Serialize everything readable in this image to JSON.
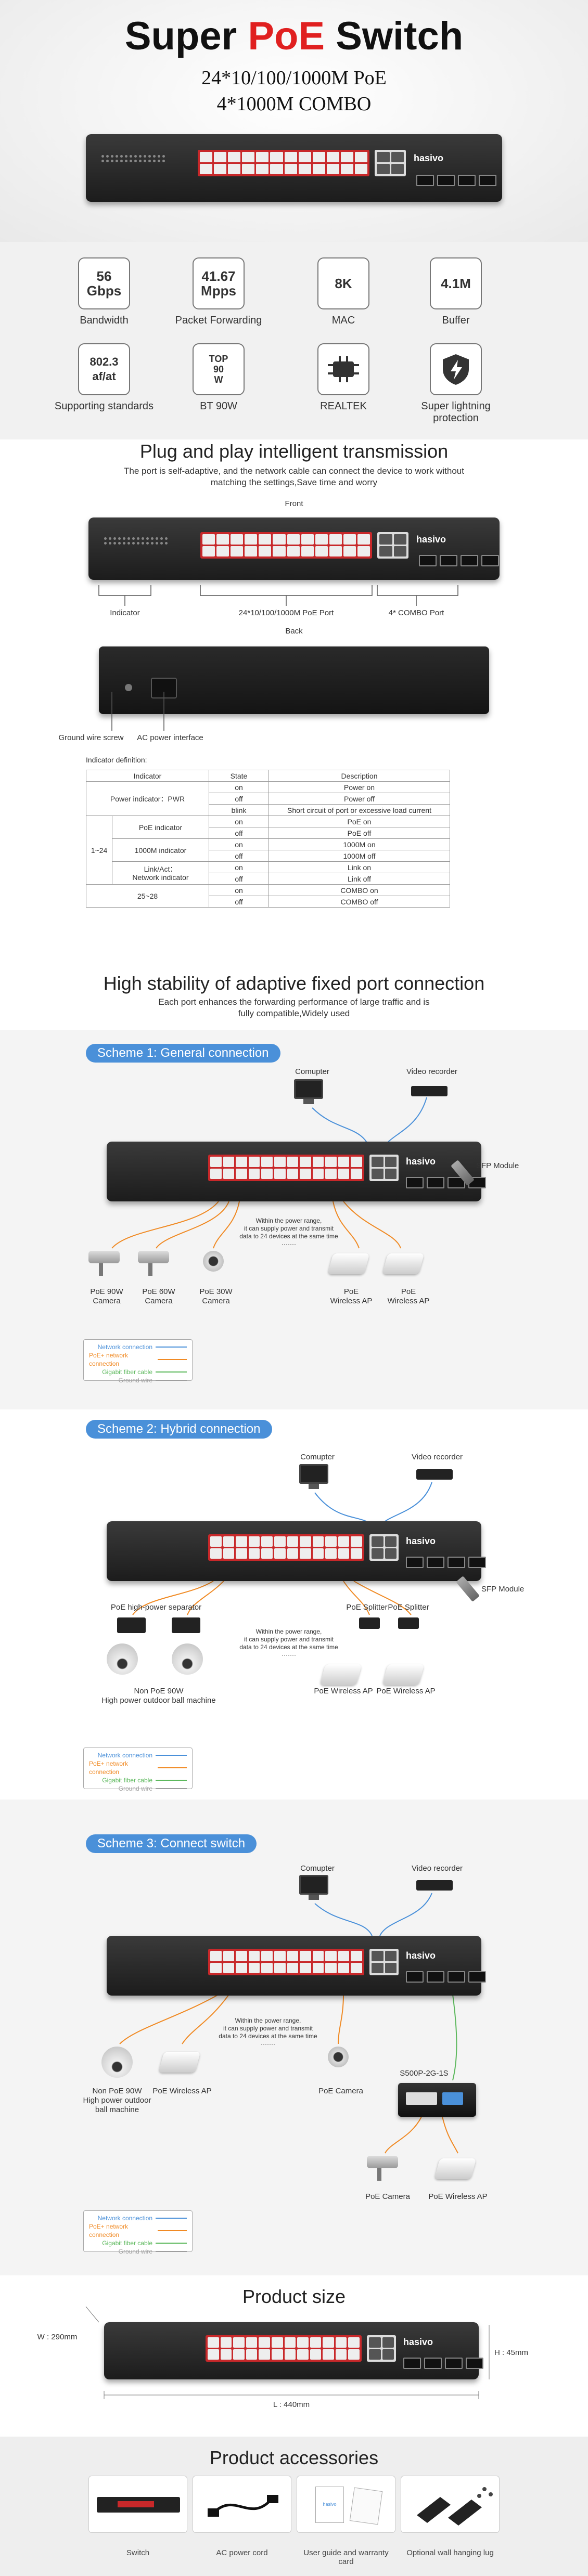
{
  "hero": {
    "title_a": "Super ",
    "title_b": "PoE",
    "title_c": " Switch",
    "line1": "24*10/100/1000M  PoE",
    "line2": "4*1000M COMBO"
  },
  "brand": "hasivo",
  "features": [
    {
      "icon": "56\nGbps",
      "label": "Bandwidth",
      "name": "bandwidth"
    },
    {
      "icon": "41.67\nMpps",
      "label": "Packet Forwarding",
      "name": "packet-forwarding"
    },
    {
      "icon": "8K",
      "label": "MAC",
      "name": "mac"
    },
    {
      "icon": "4.1M",
      "label": "Buffer",
      "name": "buffer"
    },
    {
      "icon": "802.3\naf/at",
      "label": "Supporting standards",
      "name": "standards"
    },
    {
      "icon": "TOP\n90\nW",
      "label": "BT 90W",
      "name": "bt-90w"
    },
    {
      "icon": "",
      "label": "REALTEK",
      "name": "realtek"
    },
    {
      "icon": "",
      "label": "Super lightning protection",
      "name": "lightning"
    }
  ],
  "plug": {
    "title": "Plug and play intelligent transmission",
    "subtitle1": "The port is self-adaptive, and the network cable can connect the device to work without",
    "subtitle2": "matching the settings,Save time and worry",
    "front": "Front",
    "back": "Back",
    "indicator": "Indicator",
    "poe_port": "24*10/100/1000M PoE Port",
    "combo_port": "4* COMBO Port",
    "ground": "Ground wire screw",
    "ac": "AC power interface",
    "def_title": "Indicator definition:",
    "table": {
      "head": [
        "Indicator",
        "State",
        "Description"
      ],
      "power_label": "Power indicator：PWR",
      "power_rows": [
        [
          "on",
          "Power on"
        ],
        [
          "off",
          "Power off"
        ],
        [
          "blink",
          "Short circuit of port or excessive load current"
        ]
      ],
      "range": "1~24",
      "poe_label": "PoE indicator",
      "poe_rows": [
        [
          "on",
          "PoE on"
        ],
        [
          "off",
          "PoE off"
        ]
      ],
      "g_label": "1000M indicator",
      "g_rows": [
        [
          "on",
          "1000M on"
        ],
        [
          "off",
          "1000M off"
        ]
      ],
      "link_label": "Link/Act：\nNetwork indicator",
      "link_rows": [
        [
          "on",
          "Link on"
        ],
        [
          "off",
          "Link off"
        ]
      ],
      "combo_label": "25~28",
      "combo_rows": [
        [
          "on",
          "COMBO on"
        ],
        [
          "off",
          "COMBO off"
        ]
      ]
    }
  },
  "stability": {
    "title": "High stability of adaptive fixed port connection",
    "subtitle1": "Each port enhances the forwarding performance of large traffic and is",
    "subtitle2": "fully compatible,Widely used"
  },
  "legend": {
    "network": "Network connection",
    "poe": "PoE+ network connection",
    "gigabit": "Gigabit fiber cable",
    "ground": "Ground wire"
  },
  "power_note1": "Within the power range,",
  "power_note2": "it can supply power and transmit",
  "power_note3": "data to 24 devices at the same time",
  "dots": "·······",
  "scheme1": {
    "badge": "Scheme 1: General connection",
    "computer": "Comupter",
    "recorder": "Video recorder",
    "sfp": "SFP Module",
    "cam1": "PoE 90W\nCamera",
    "cam2": "PoE 60W\nCamera",
    "cam3": "PoE 30W\nCamera",
    "ap1": "PoE\nWireless AP",
    "ap2": "PoE\nWireless AP"
  },
  "scheme2": {
    "badge": "Scheme 2: Hybrid connection",
    "computer": "Comupter",
    "recorder": "Video recorder",
    "sfp": "SFP Module",
    "separator": "PoE high-power separator",
    "splitter1": "PoE Splitter",
    "splitter2": "PoE Splitter",
    "ball": "Non PoE 90W\nHigh power outdoor ball machine",
    "ap1": "PoE Wireless AP",
    "ap2": "PoE Wireless AP"
  },
  "scheme3": {
    "badge": "Scheme 3: Connect switch",
    "computer": "Comupter",
    "recorder": "Video recorder",
    "ball": "Non PoE 90W\nHigh power outdoor\nball machine",
    "ap1": "PoE Wireless AP",
    "cam": "PoE Camera",
    "switch": "S500P-2G-1S",
    "cam2": "PoE Camera",
    "ap2": "PoE Wireless AP"
  },
  "size": {
    "title": "Product size",
    "w": "W : 290mm",
    "h": "H : 45mm",
    "l": "L : 440mm"
  },
  "accessories": {
    "title": "Product accessories",
    "items": [
      "Switch",
      "AC power cord",
      "User guide and warranty card",
      "Optional wall hanging lug"
    ]
  },
  "colors": {
    "red": "#e02020",
    "blue": "#4a90d9",
    "orange": "#f08a24",
    "green": "#5cb85c",
    "grey": "#9e9e9e"
  }
}
